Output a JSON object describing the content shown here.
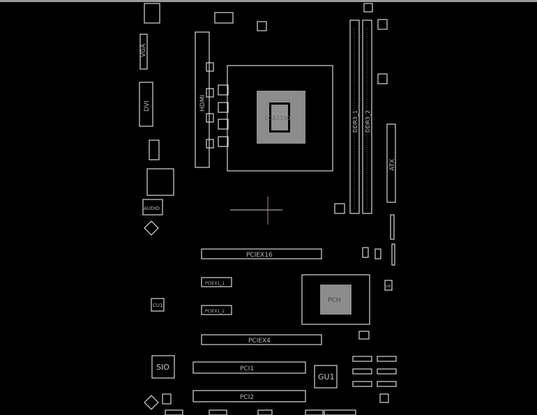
{
  "viewer": {
    "labels": {
      "vga": "VGA",
      "dvi": "DVI",
      "hdmi": "HDMI",
      "cpu": "LGA1150",
      "ddr1": "DDR3_1",
      "ddr2": "DDR3_2",
      "atx": "ATX",
      "audio": "AUDIO",
      "pciex16": "PCIEX16",
      "pciex1_1": "PCIEX1_1",
      "pciex1_2": "PCIEX1_2",
      "pciex4": "PCIEX4",
      "pch": "PCH",
      "sio": "SIO",
      "cu1": "CU1",
      "gu1": "GU1",
      "pci1": "PCI1",
      "pci2": "PCI2",
      "u8": "U8"
    },
    "colors": {
      "background": "#000000",
      "outline": "#d8d8d8",
      "cursor": "#c08080"
    }
  }
}
